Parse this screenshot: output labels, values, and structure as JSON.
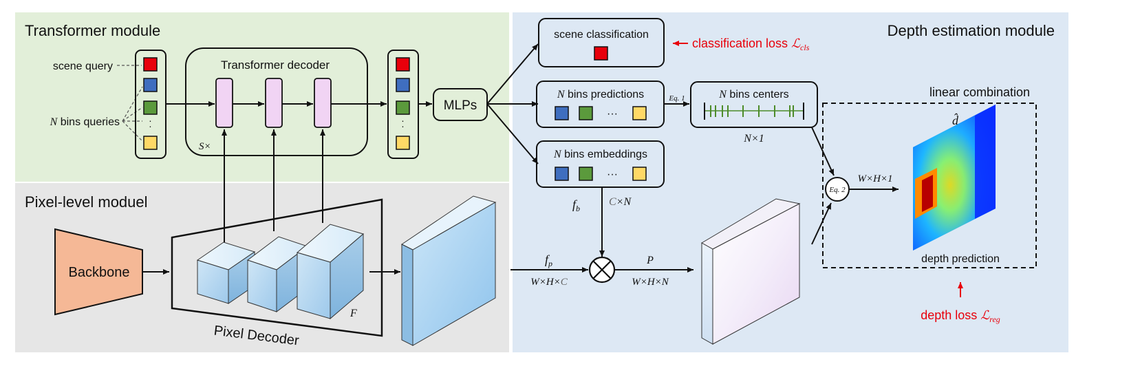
{
  "sections": {
    "transformer": "Transformer module",
    "pixel": "Pixel-level moduel",
    "depth": "Depth estimation module"
  },
  "queries": {
    "scene": "scene query",
    "bins_n": "N",
    "bins_rest": " bins queries"
  },
  "decoder": {
    "title": "Transformer decoder",
    "repeat": "S×"
  },
  "mlps": "MLPs",
  "scene_cls": {
    "title": "scene classification",
    "loss_prefix": "classification loss ",
    "loss_symbol": "ℒ",
    "loss_sub": "cls"
  },
  "bins_pred": {
    "n": "N",
    "rest": " bins predictions",
    "ellipsis": "···"
  },
  "bins_emb": {
    "n": "N",
    "rest": " bins embeddings",
    "ellipsis": "···"
  },
  "bins_centers": {
    "n": "N",
    "rest": " bins centers",
    "size": "N×1"
  },
  "eq1": "Eq. 1",
  "eq2": "Eq. 2",
  "fb": {
    "main": "f",
    "sub": "b"
  },
  "cxn": {
    "c": "C",
    "rest": "×N"
  },
  "fp": {
    "main": "f",
    "sub": "p",
    "dims_main": "W×H×",
    "dims_c": "C"
  },
  "p": {
    "label": "P",
    "dims": "W×H×N"
  },
  "whx1": "W×H×1",
  "backbone": "Backbone",
  "pixel_decoder": "Pixel Decoder",
  "f_label": "F",
  "linear_combination": "linear combination",
  "d_hat": "d̂",
  "depth_prediction": "depth prediction",
  "depth_loss": {
    "prefix": "depth loss ",
    "symbol": "ℒ",
    "sub": "reg"
  },
  "colors": {
    "transformer_bg": "#e2efd9",
    "pixel_bg": "#e6e6e6",
    "depth_bg": "#dde8f4",
    "query_red": "#e8000b",
    "query_blue": "#3f6ebf",
    "query_green": "#5b9a3c",
    "query_yellow": "#ffd966",
    "decoder_layer": "#f1d4f4",
    "backbone": "#f5b896",
    "loss_red": "#e8000b",
    "centers_green": "#4d8c2a"
  }
}
